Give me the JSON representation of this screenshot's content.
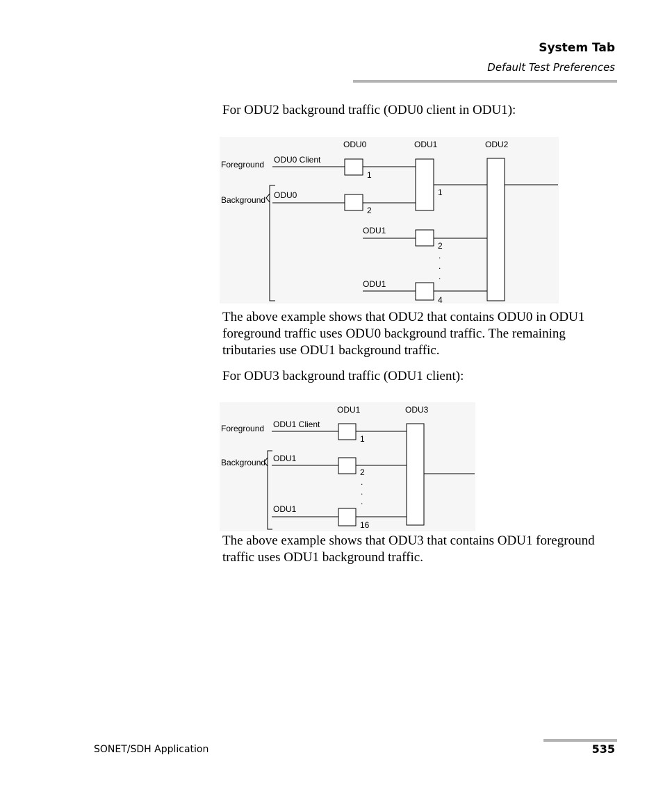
{
  "header": {
    "title": "System Tab",
    "subtitle": "Default Test Preferences"
  },
  "intro1": "For ODU2 background traffic (ODU0 client in ODU1):",
  "diagram1": {
    "col_odu0": "ODU0",
    "col_odu1": "ODU1",
    "col_odu2": "ODU2",
    "foreground": "Foreground",
    "background": "Background",
    "odu0_client": "ODU0 Client",
    "odu0": "ODU0",
    "odu1_a": "ODU1",
    "odu1_b": "ODU1",
    "n1": "1",
    "n2": "2",
    "n1_big": "1",
    "n2_big": "2",
    "dot": ".",
    "n4": "4"
  },
  "desc1": "The above example shows that ODU2 that contains ODU0 in ODU1 foreground traffic uses ODU0 background traffic. The remaining tributaries use ODU1 background traffic.",
  "intro2": "For ODU3 background traffic (ODU1 client):",
  "diagram2": {
    "col_odu1": "ODU1",
    "col_odu3": "ODU3",
    "foreground": "Foreground",
    "background": "Background",
    "odu1_client": "ODU1 Client",
    "odu1_a": "ODU1",
    "odu1_b": "ODU1",
    "n1": "1",
    "n2": "2",
    "dot": ".",
    "n16": "16"
  },
  "desc2": "The above example shows that ODU3 that contains ODU1 foreground traffic uses ODU1 background traffic.",
  "footer": {
    "left": "SONET/SDH Application",
    "page": "535"
  }
}
